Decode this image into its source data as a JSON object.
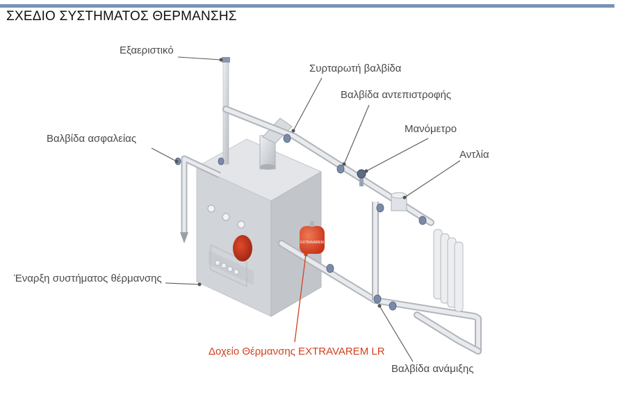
{
  "title": "ΣΧΕΔΙΟ ΣΥΣΤΗΜΑΤΟΣ ΘΕΡΜΑΝΣΗΣ",
  "labels": {
    "air_vent": "Εξαεριστικό",
    "gate_valve": "Συρταρωτή βαλβίδα",
    "check_valve": "Βαλβίδα αντεπιστροφής",
    "pressure_gauge": "Μανόμετρο",
    "pump": "Αντλία",
    "safety_valve": "Βαλβίδα ασφαλείας",
    "system_start": "Έναρξη συστήματος θέρμανσης",
    "expansion_tank": "Δοχείο Θέρμανσης EXTRAVAREM LR",
    "mixing_valve": "Βαλβίδα ανάμιξης"
  },
  "tank_text": "EXTRAVAREM",
  "colors": {
    "topbar": "#7893b5",
    "label_text": "#4a4a4a",
    "highlight_text": "#d0401e",
    "tank_red": "#d63a1f",
    "pipe": "#c9cdd3",
    "boiler": "#d6d9dd",
    "valve": "#7a8aa8"
  }
}
